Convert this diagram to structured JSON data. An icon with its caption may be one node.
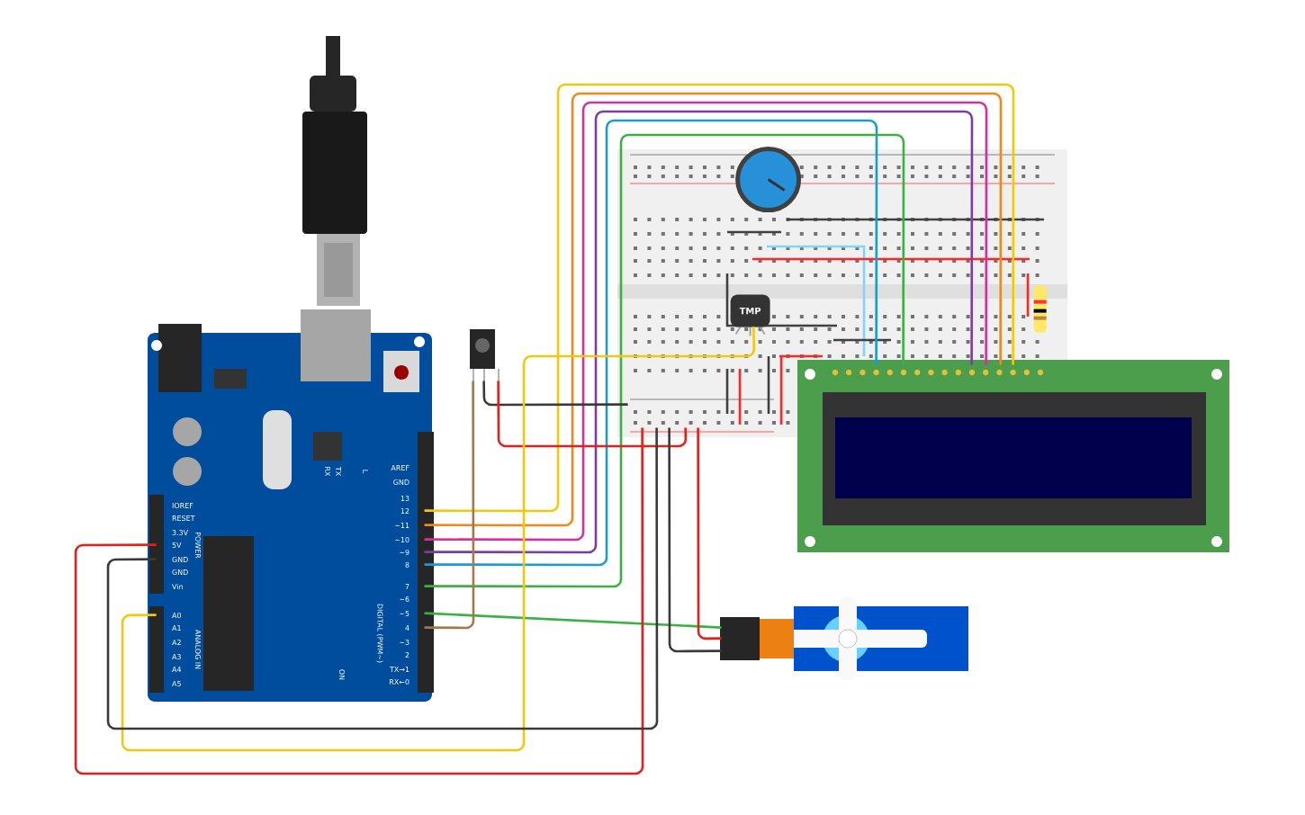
{
  "diagram": {
    "nodes": [
      {
        "text": [],
        "shape": "picture"
      },
      {
        "text": [],
        "shape": "picture"
      },
      {
        "text": [],
        "shape": "circle",
        "in": 1
      },
      {
        "text": [
          "TMP"
        ],
        "in": 1
      },
      {
        "text": [],
        "shape": "picture",
        "in": 1
      },
      {
        "text": [],
        "shape": "picture"
      },
      {
        "text": [],
        "shape": "picture"
      },
      {
        "text": [],
        "shape": "picture"
      }
    ],
    "edges": [
      {
        "from": 0,
        "to": 6,
        "arrow": "none",
        "color": "#f2c80f"
      },
      {
        "from": 0,
        "to": 6,
        "arrow": "none",
        "color": "#f0881e"
      },
      {
        "from": 0,
        "to": 6,
        "arrow": "none",
        "color": "#d6309c"
      },
      {
        "from": 0,
        "to": 6,
        "arrow": "none",
        "color": "#7d3c9e"
      },
      {
        "from": 0,
        "to": 6,
        "arrow": "none",
        "color": "#1a9ad6"
      },
      {
        "from": 0,
        "to": 6,
        "arrow": "none",
        "color": "#3cb043"
      },
      {
        "from": 0,
        "to": 7,
        "arrow": "none",
        "color": "#3cb043"
      },
      {
        "from": 0,
        "to": 5,
        "arrow": "none",
        "color": "#a3784f"
      },
      {
        "from": 5,
        "to": 1,
        "arrow": "none",
        "color": "#3a3a3a"
      },
      {
        "from": 5,
        "to": 1,
        "arrow": "none",
        "color": "#e3201b"
      },
      {
        "from": 0,
        "to": 3,
        "arrow": "none",
        "color": "#f2c80f"
      },
      {
        "from": 0,
        "to": 1,
        "arrow": "none",
        "color": "#e3201b"
      },
      {
        "from": 0,
        "to": 1,
        "arrow": "none",
        "color": "#3a3a3a"
      },
      {
        "from": 1,
        "to": 7,
        "arrow": "none",
        "color": "#e3201b"
      },
      {
        "from": 1,
        "to": 7,
        "arrow": "none",
        "color": "#3a3a3a"
      }
    ],
    "labels": [
      "RX",
      "TX",
      "L",
      "AREF",
      "GND",
      "13",
      "12",
      "~11",
      "~10",
      "~9",
      "8",
      "IOREF",
      "RESET",
      "3.3V",
      "5V",
      "GND",
      "GND",
      "Vin",
      "POWER",
      "7",
      "~6",
      "~5",
      "4",
      "~3",
      "2",
      "TX→1",
      "RX←0",
      "A0",
      "A1",
      "A2",
      "A3",
      "A4",
      "A5",
      "ANALOG IN",
      "DIGITAL (PWM~)",
      "ON"
    ]
  }
}
